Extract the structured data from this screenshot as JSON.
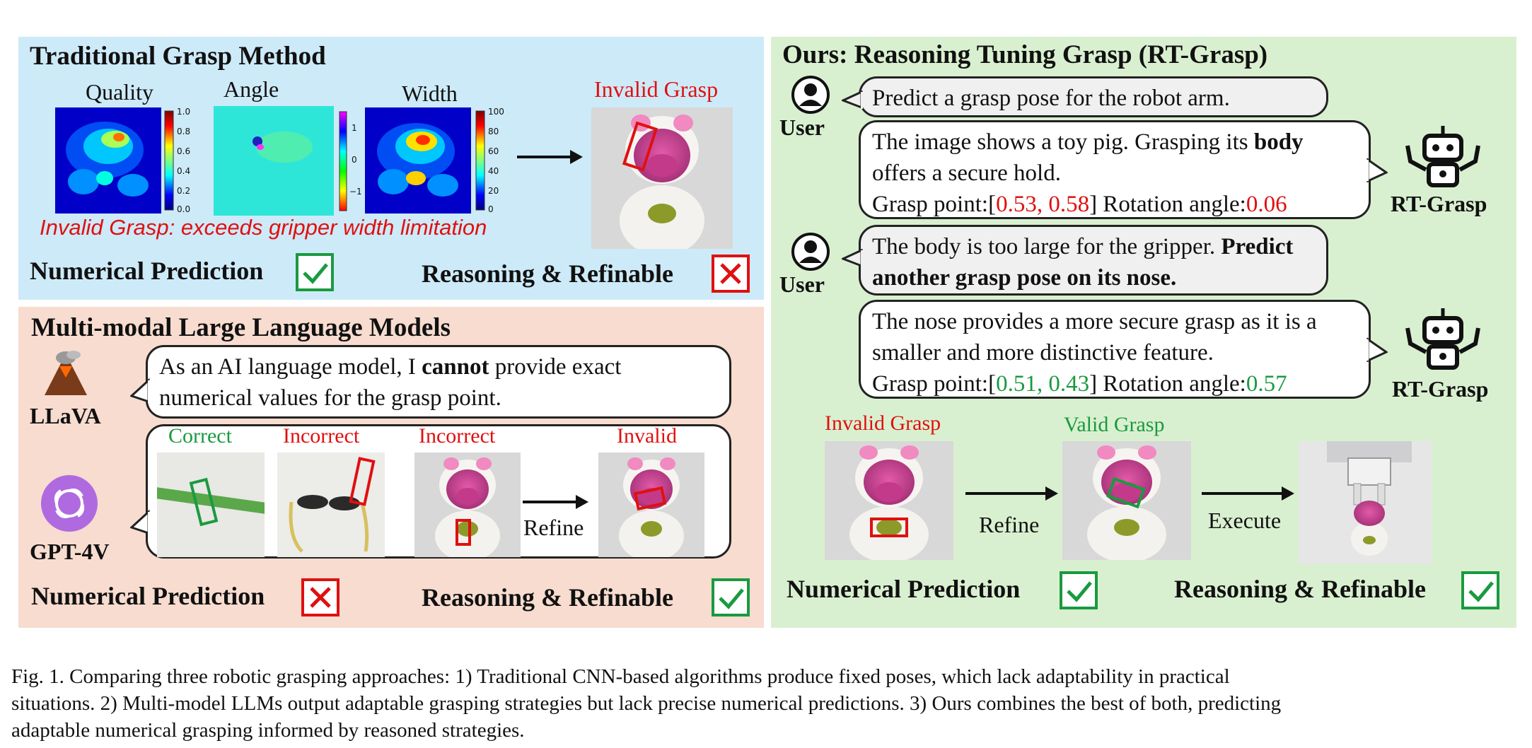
{
  "traditional": {
    "title": "Traditional Grasp Method",
    "heatmaps": [
      {
        "label": "Quality",
        "ticks": [
          "1.0",
          "0.8",
          "0.6",
          "0.4",
          "0.2",
          "0.0"
        ]
      },
      {
        "label": "Angle",
        "ticks": [
          "1",
          "0",
          "−1"
        ]
      },
      {
        "label": "Width",
        "ticks": [
          "100",
          "80",
          "60",
          "40",
          "20",
          "0"
        ]
      }
    ],
    "invalid_label": "Invalid Grasp",
    "invalid_note": "Invalid Grasp: exceeds gripper width limitation",
    "numerical_prediction": "Numerical Prediction",
    "reasoning_refinable": "Reasoning & Refinable"
  },
  "mllm": {
    "title": "Multi-modal Large Language Models",
    "llava_label": "LLaVA",
    "gpt_label": "GPT-4V",
    "llava_text_pre": "As an AI language model, I ",
    "llava_text_bold": "cannot",
    "llava_text_post": " provide exact",
    "llava_text_line2": "numerical values for the grasp point.",
    "examples": [
      "Correct",
      "Incorrect",
      "Incorrect",
      "Invalid"
    ],
    "refine": "Refine",
    "numerical_prediction": "Numerical Prediction",
    "reasoning_refinable": "Reasoning & Refinable"
  },
  "ours": {
    "title": "Ours: Reasoning Tuning Grasp (RT-Grasp)",
    "user_label": "User",
    "bot_label": "RT-Grasp",
    "msg1": "Predict a grasp pose for the robot arm.",
    "msg2_line1_pre": "The image shows a toy pig. Grasping its ",
    "msg2_line1_bold": "body",
    "msg2_line2": "offers a secure hold.",
    "msg2_line3_pre": "Grasp point:[",
    "msg2_point": "0.53, 0.58",
    "msg2_line3_mid": "] Rotation angle:",
    "msg2_angle": "0.06",
    "msg3_line1_pre": "The body is too large for the gripper. ",
    "msg3_line1_bold": "Predict",
    "msg3_line2_bold": "another grasp pose on its nose.",
    "msg4_line1": "The nose provides a more secure grasp as it is a",
    "msg4_line2": "smaller and more distinctive feature.",
    "msg4_line3_pre": "Grasp point:[",
    "msg4_point": "0.51, 0.43",
    "msg4_line3_mid": "] Rotation angle:",
    "msg4_angle": "0.57",
    "invalid_label": "Invalid Grasp",
    "valid_label": "Valid Grasp",
    "refine": "Refine",
    "execute": "Execute",
    "numerical_prediction": "Numerical Prediction",
    "reasoning_refinable": "Reasoning & Refinable"
  },
  "caption": {
    "line1": "Fig. 1.    Comparing three robotic grasping approaches: 1) Traditional CNN-based algorithms produce fixed poses, which lack adaptability in practical",
    "line2": "situations. 2) Multi-model LLMs output adaptable grasping strategies but lack precise numerical predictions. 3) Ours combines the best of both, predicting",
    "line3": "adaptable numerical grasping informed by reasoned strategies."
  },
  "colors": {
    "red": "#e01010",
    "green": "#1a9a40",
    "blue_panel": "#cdeaf8",
    "salmon_panel": "#f7dccf",
    "green_panel": "#d9f0d0"
  }
}
